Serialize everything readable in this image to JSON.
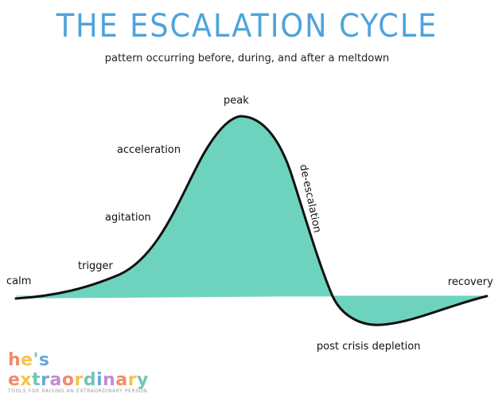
{
  "header": {
    "title": "THE ESCALATION CYCLE",
    "subtitle": "pattern occurring before, during, and after a meltdown"
  },
  "stages": {
    "calm": "calm",
    "trigger": "trigger",
    "agitation": "agitation",
    "acceleration": "acceleration",
    "peak": "peak",
    "deescalation": "de-escalation",
    "post_crisis_depletion": "post crisis depletion",
    "recovery": "recovery"
  },
  "logo": {
    "wordmark": "he's extraordinary",
    "tagline": "TOOLS FOR RAISING AN EXTRAORDINARY PERSON"
  },
  "colors": {
    "title": "#4fa3dc",
    "fill": "#6dd3be",
    "line": "#111111"
  }
}
